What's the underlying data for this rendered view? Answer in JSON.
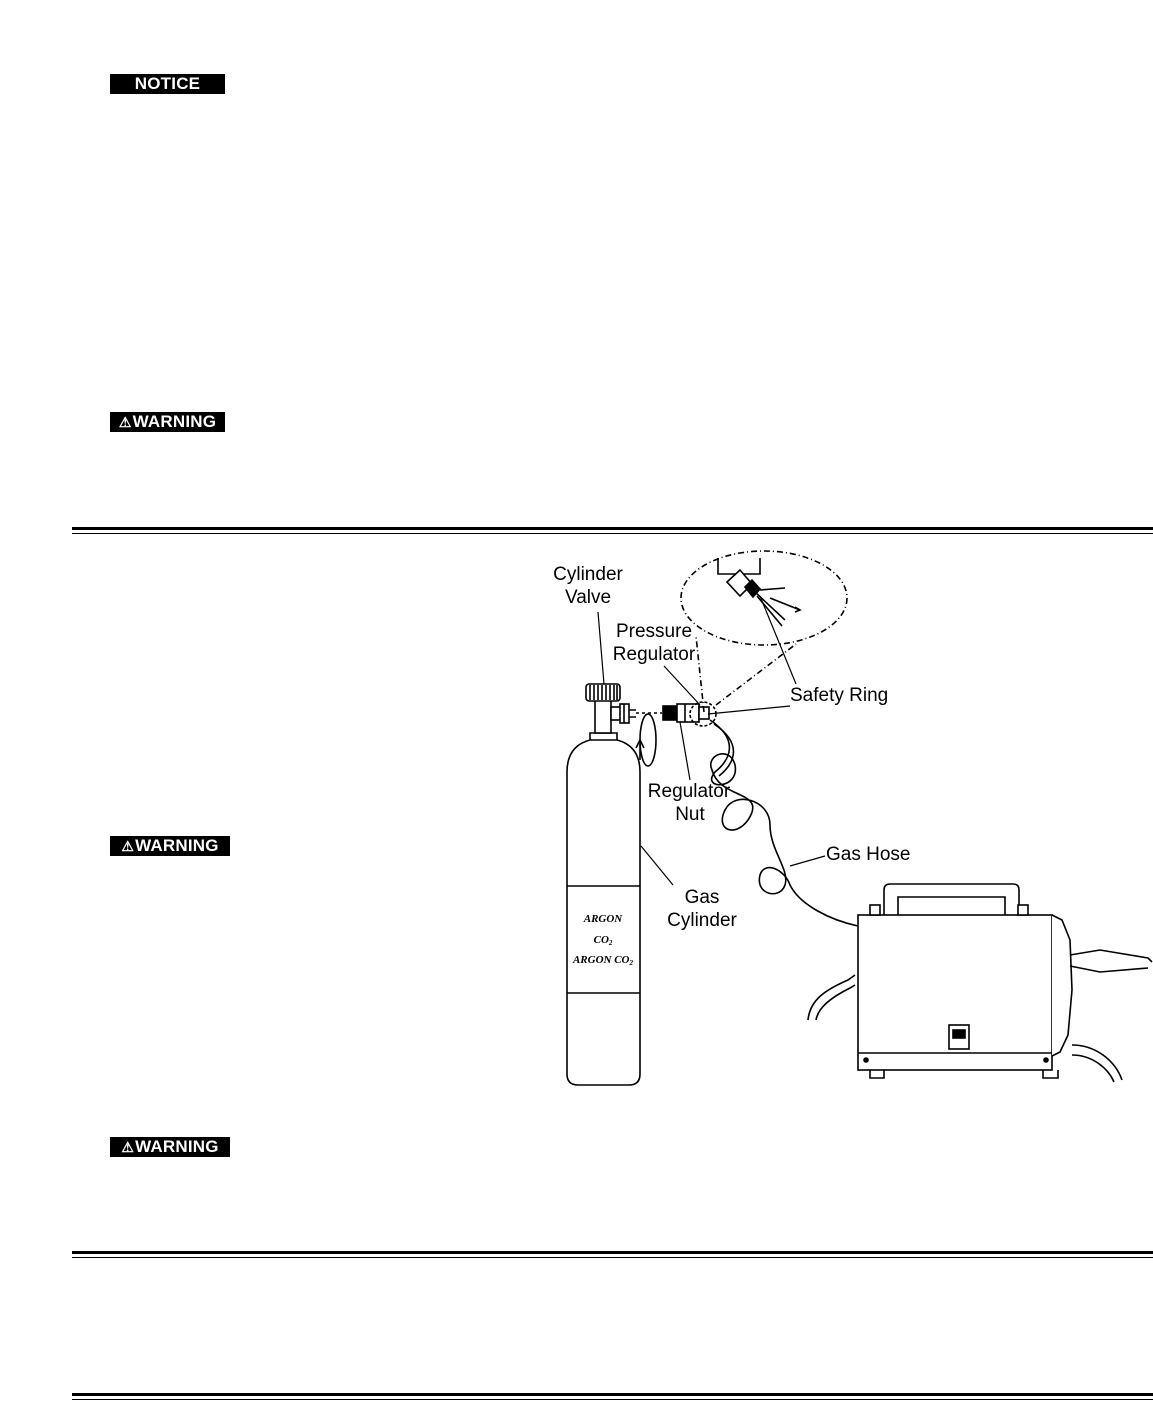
{
  "notices": {
    "notice_label": "NOTICE",
    "warning_label_1": "WARNING",
    "warning_label_2": "WARNING",
    "warning_label_3": "WARNING"
  },
  "figure": {
    "labels": {
      "cylinder_valve_1": "Cylinder",
      "cylinder_valve_2": "Valve",
      "pressure_regulator_1": "Pressure",
      "pressure_regulator_2": "Regulator",
      "safety_ring": "Safety Ring",
      "regulator_nut_1": "Regulator",
      "regulator_nut_2": "Nut",
      "gas_hose": "Gas Hose",
      "gas_cylinder_1": "Gas",
      "gas_cylinder_2": "Cylinder"
    },
    "cylinder_text": {
      "line1": "ARGON",
      "line2": "CO",
      "line2_sub": "2",
      "line3": "ARGON  CO",
      "line3_sub": "2"
    }
  }
}
